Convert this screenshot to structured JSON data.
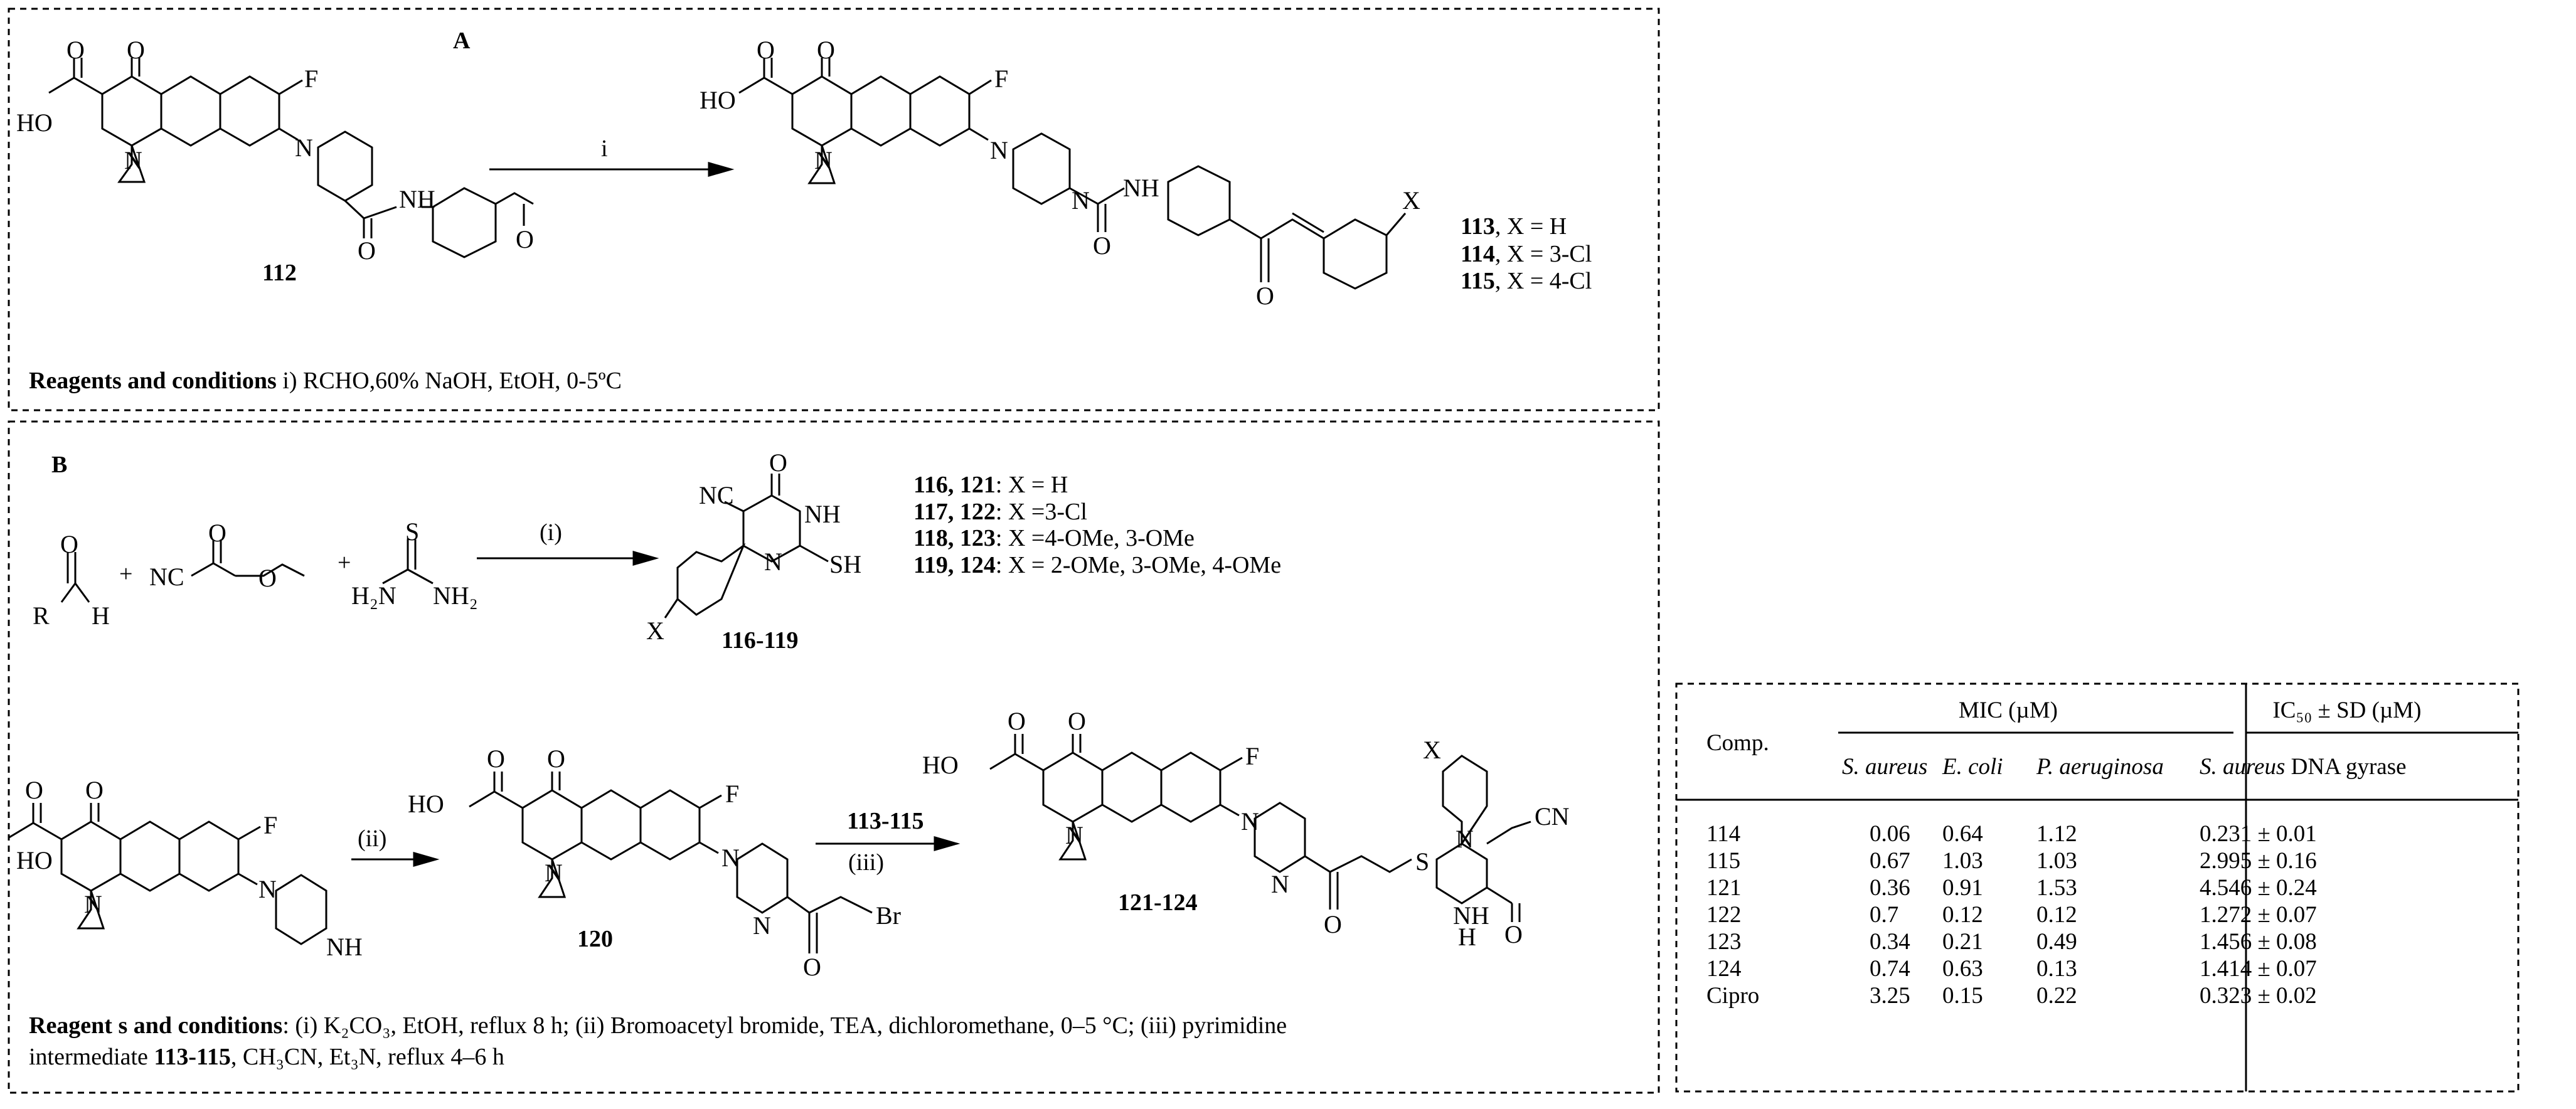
{
  "panel_a": {
    "letter": "A",
    "arrow_label": "i",
    "start_compound": "112",
    "products": [
      {
        "id": "113",
        "x": ", X = H"
      },
      {
        "id": "114",
        "x": ", X = 3-Cl"
      },
      {
        "id": "115",
        "x": ", X = 4-Cl"
      }
    ],
    "substituent": "X",
    "conditions_label": "Reagents and conditions",
    "conditions_text": " i) RCHO,60% NaOH, EtOH, 0-5ºC"
  },
  "panel_b": {
    "letter": "B",
    "arrow1_label": "(i)",
    "arrow2_label": "(ii)",
    "arrow3_top": "113-115",
    "arrow3_bottom": "(iii)",
    "plus": "+",
    "aldehyde_r": "R",
    "aldehyde_h": "H",
    "aldehyde_o": "O",
    "ester_nc": "NC",
    "ester_o1": "O",
    "ester_o2": "O",
    "thiourea_s": "S",
    "thiourea_nh2_left": "H₂N",
    "thiourea_nh2_right": "NH₂",
    "pyrimidine_label": "116-119",
    "intermediate_label": "120",
    "final_label": "121-124",
    "br": "Br",
    "cn": "CN",
    "nc": "NC",
    "sh": "SH",
    "s": "S",
    "nh": "NH",
    "n": "N",
    "h": "H",
    "x": "X",
    "series": [
      {
        "ids": "116,  121",
        "def": ":  X = H"
      },
      {
        "ids": "117,  122",
        "def": ":  X =3-Cl"
      },
      {
        "ids": "118,  123",
        "def": ":  X =4-OMe, 3-OMe"
      },
      {
        "ids": "119,  124",
        "def": ":  X = 2-OMe, 3-OMe, 4-OMe"
      }
    ],
    "conditions_label": "Reagent s and conditions",
    "conditions_line1": ": (i) K₂CO₃, EtOH, reflux 8 h; (ii) Bromoacetyl bromide, TEA, dichloromethane, 0–5 °C; (iii) pyrimidine",
    "conditions_line2a": "intermediate ",
    "conditions_line2b": "113-115",
    "conditions_line2c": ", CH₃CN, Et₃N, reflux 4–6 h"
  },
  "common_atoms": {
    "ho": "HO",
    "o": "O",
    "f": "F",
    "n": "N",
    "nh": "NH",
    "h": "H"
  },
  "table": {
    "comp_header": "Comp.",
    "mic_header": "MIC (µM)",
    "ic50_header": "IC₅₀ ± SD (µM)",
    "sub_headers": [
      "S. aureus",
      "E. coli",
      "P. aeruginosa",
      "S. aureus DNA gyrase"
    ],
    "rows": [
      {
        "comp": "114",
        "sa": "0.06",
        "ec": "0.64",
        "pa": "1.12",
        "ic50": "0.231 ± 0.01"
      },
      {
        "comp": "115",
        "sa": "0.67",
        "ec": "1.03",
        "pa": "1.03",
        "ic50": "2.995 ± 0.16"
      },
      {
        "comp": "121",
        "sa": "0.36",
        "ec": "0.91",
        "pa": "1.53",
        "ic50": "4.546 ± 0.24"
      },
      {
        "comp": "122",
        "sa": "0.7",
        "ec": "0.12",
        "pa": "0.12",
        "ic50": "1.272 ± 0.07"
      },
      {
        "comp": "123",
        "sa": "0.34",
        "ec": "0.21",
        "pa": "0.49",
        "ic50": "1.456 ± 0.08"
      },
      {
        "comp": "124",
        "sa": "0.74",
        "ec": "0.63",
        "pa": "0.13",
        "ic50": "1.414 ± 0.07"
      },
      {
        "comp": "Cipro",
        "sa": "3.25",
        "ec": "0.15",
        "pa": "0.22",
        "ic50": "0.323 ± 0.02"
      }
    ]
  }
}
